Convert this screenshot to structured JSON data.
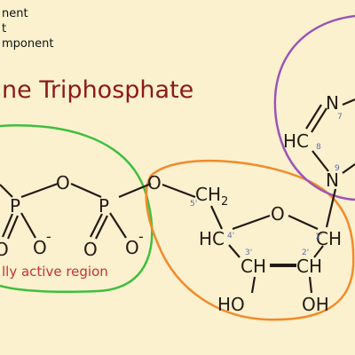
{
  "legend": {
    "line1": "nent",
    "line2": "t",
    "line3": "mponent"
  },
  "title": "ne Triphosphate",
  "annotation": "lly active region",
  "colors": {
    "background": "#fbf1cf",
    "title": "#8b1a1a",
    "annotation": "#c83232",
    "phosphate_outline": "#3fbf3f",
    "sugar_outline": "#f28a2a",
    "base_outline": "#9a55b5",
    "structure": "#231a14",
    "position_numbers": "#5c6fa8"
  },
  "phosphates": {
    "left_P": "P",
    "right_P": "P",
    "bridge_O": "O",
    "ester_O": "O",
    "charged_O_left": "O",
    "charged_O_right": "O",
    "charge": "-",
    "double_O_left": "O",
    "double_O_right": "O"
  },
  "sugar": {
    "ch2": "CH",
    "ch2_sub": "2",
    "ring_O": "O",
    "c4": "HC",
    "c1": "CH",
    "c3": "CH",
    "c2": "CH",
    "oh_left": "HO",
    "oh_right": "OH",
    "num_5": "5'",
    "num_4": "4'",
    "num_3": "3'",
    "num_2": "2'",
    "num_1": "1'"
  },
  "base": {
    "n7": "N",
    "c8": "HC",
    "n9": "N",
    "num_7": "7",
    "num_8": "8",
    "num_9": "9"
  }
}
